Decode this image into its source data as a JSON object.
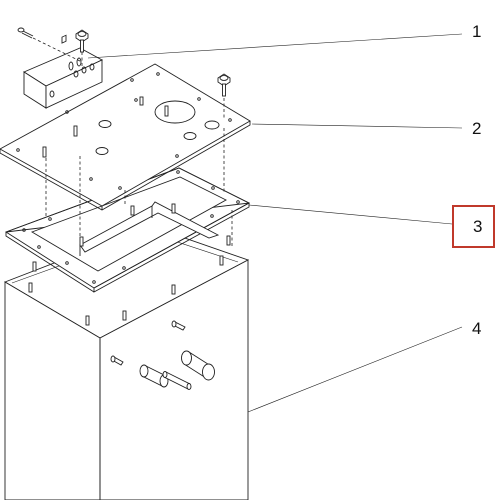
{
  "callouts": [
    {
      "id": "1",
      "label": "1"
    },
    {
      "id": "2",
      "label": "2"
    },
    {
      "id": "3",
      "label": "3",
      "highlighted": true
    },
    {
      "id": "4",
      "label": "4"
    }
  ],
  "colors": {
    "line": "#222222",
    "highlight_box": "#c0392b",
    "background": "#ffffff"
  }
}
